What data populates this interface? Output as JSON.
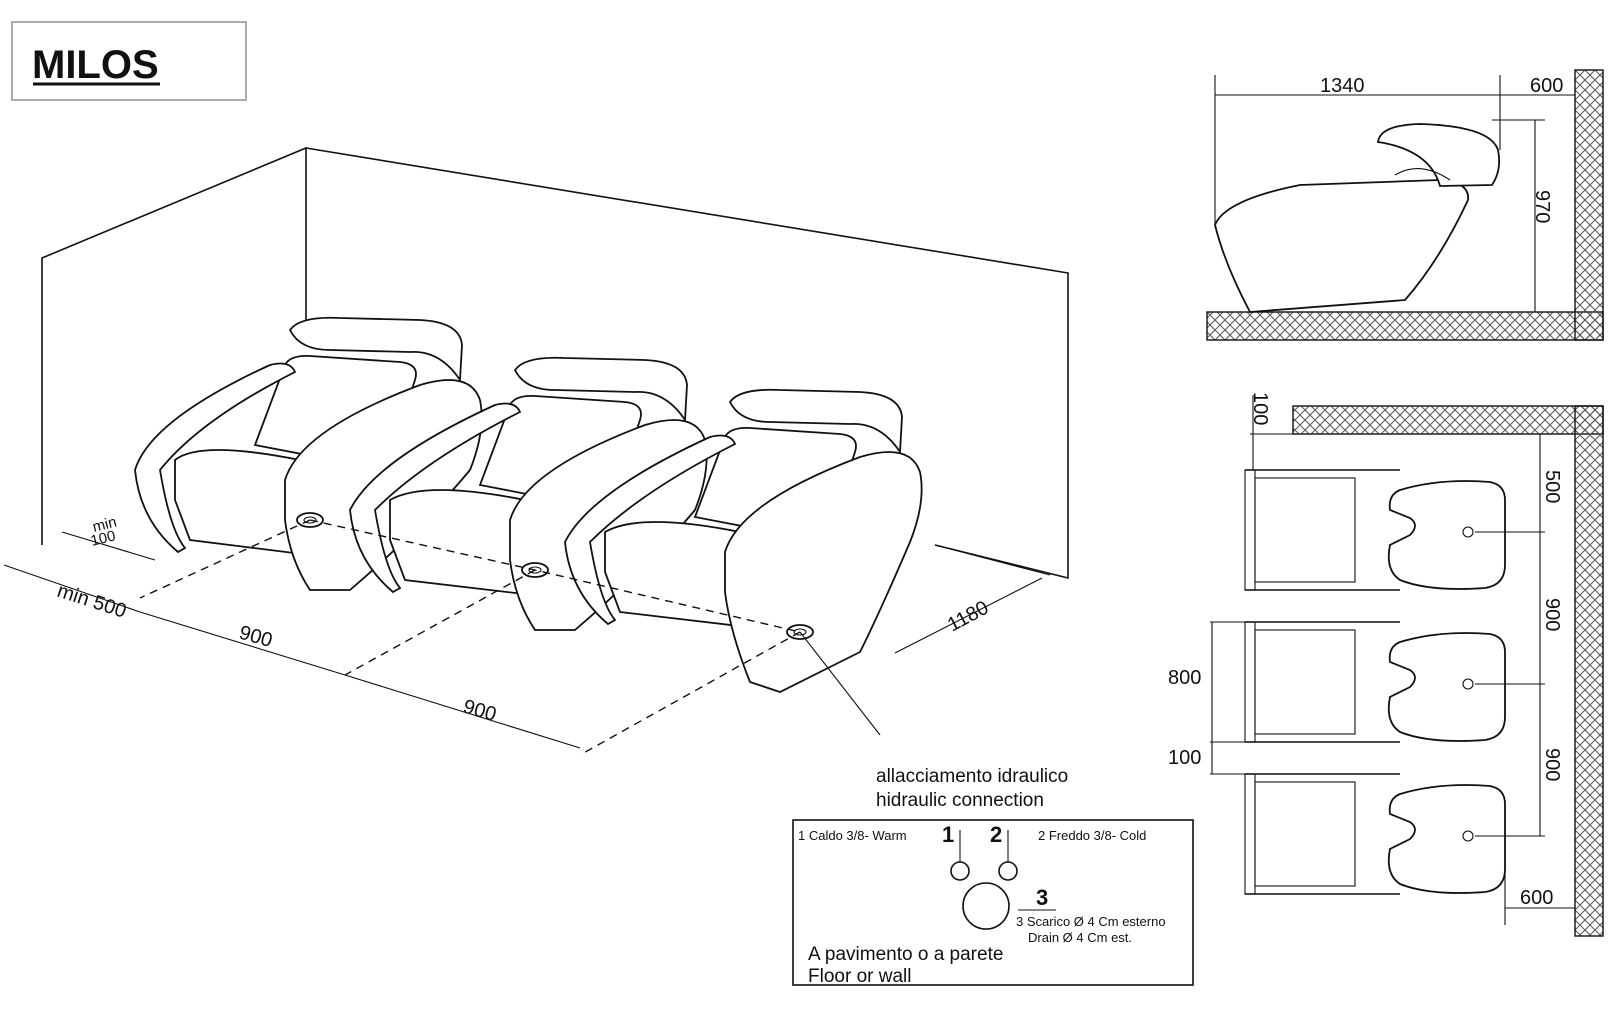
{
  "title": "MILOS",
  "dimensions": {
    "min_100_a": "min",
    "min_100_b": "100",
    "min_500": "min 500",
    "spacing_1": "900",
    "spacing_2": "900",
    "depth": "1180",
    "side_length": "1340",
    "side_wall": "600",
    "side_height": "970",
    "plan_top_gap": "100",
    "plan_pitch_1": "500",
    "plan_pitch_2": "900",
    "plan_pitch_3": "900",
    "plan_width": "800",
    "plan_gap": "100",
    "plan_wall": "600"
  },
  "connection": {
    "label_it": "allacciamento idraulico",
    "label_en": "hidraulic connection",
    "n1": "1",
    "n2": "2",
    "n3": "3",
    "hot": "1 Caldo 3/8- Warm",
    "cold": "2 Freddo 3/8- Cold",
    "drain_1": "3 Scarico Ø 4 Cm esterno",
    "drain_2": "Drain  Ø 4 Cm est.",
    "floor_it": "A pavimento o a parete",
    "floor_en": "Floor or wall"
  }
}
